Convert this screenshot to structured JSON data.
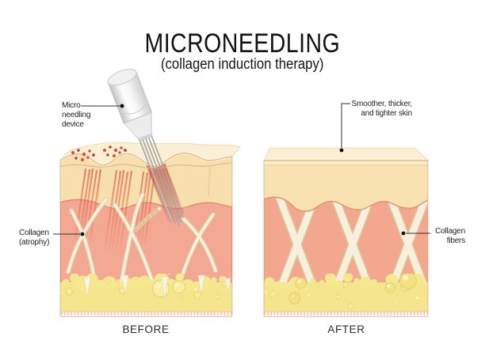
{
  "header": {
    "title": "MICRONEEDLING",
    "subtitle": "(collagen induction therapy)"
  },
  "panels": {
    "before": {
      "caption": "BEFORE",
      "labels": {
        "device": {
          "lines": [
            "Micro",
            "needling",
            "device"
          ]
        },
        "collagen_atrophy": {
          "lines": [
            "Collagen",
            "(atrophy)"
          ]
        }
      }
    },
    "after": {
      "caption": "AFTER",
      "labels": {
        "smoother_skin": {
          "lines": [
            "Smoother, thicker,",
            "and tighter skin"
          ]
        },
        "collagen_fibers": {
          "lines": [
            "Collagen",
            "fibers"
          ]
        }
      }
    }
  },
  "colors": {
    "background": "#ffffff",
    "epidermis": "#f8dfae",
    "epidermis_top_plane": "#fbf0d6",
    "dermis": "#f3a893",
    "dermis_boundary_line": "#e08a72",
    "fat": "#f5e58d",
    "fat_bubble_stroke": "#e3cd6c",
    "collagen_fiber": "#f7f0dd",
    "collagen_fiber_outline": "#ddc397",
    "injury_red": "#d84a2f",
    "needle_gray": "#a6a6a6",
    "device_body": "#ececec",
    "label_text": "#1f1f1f"
  }
}
